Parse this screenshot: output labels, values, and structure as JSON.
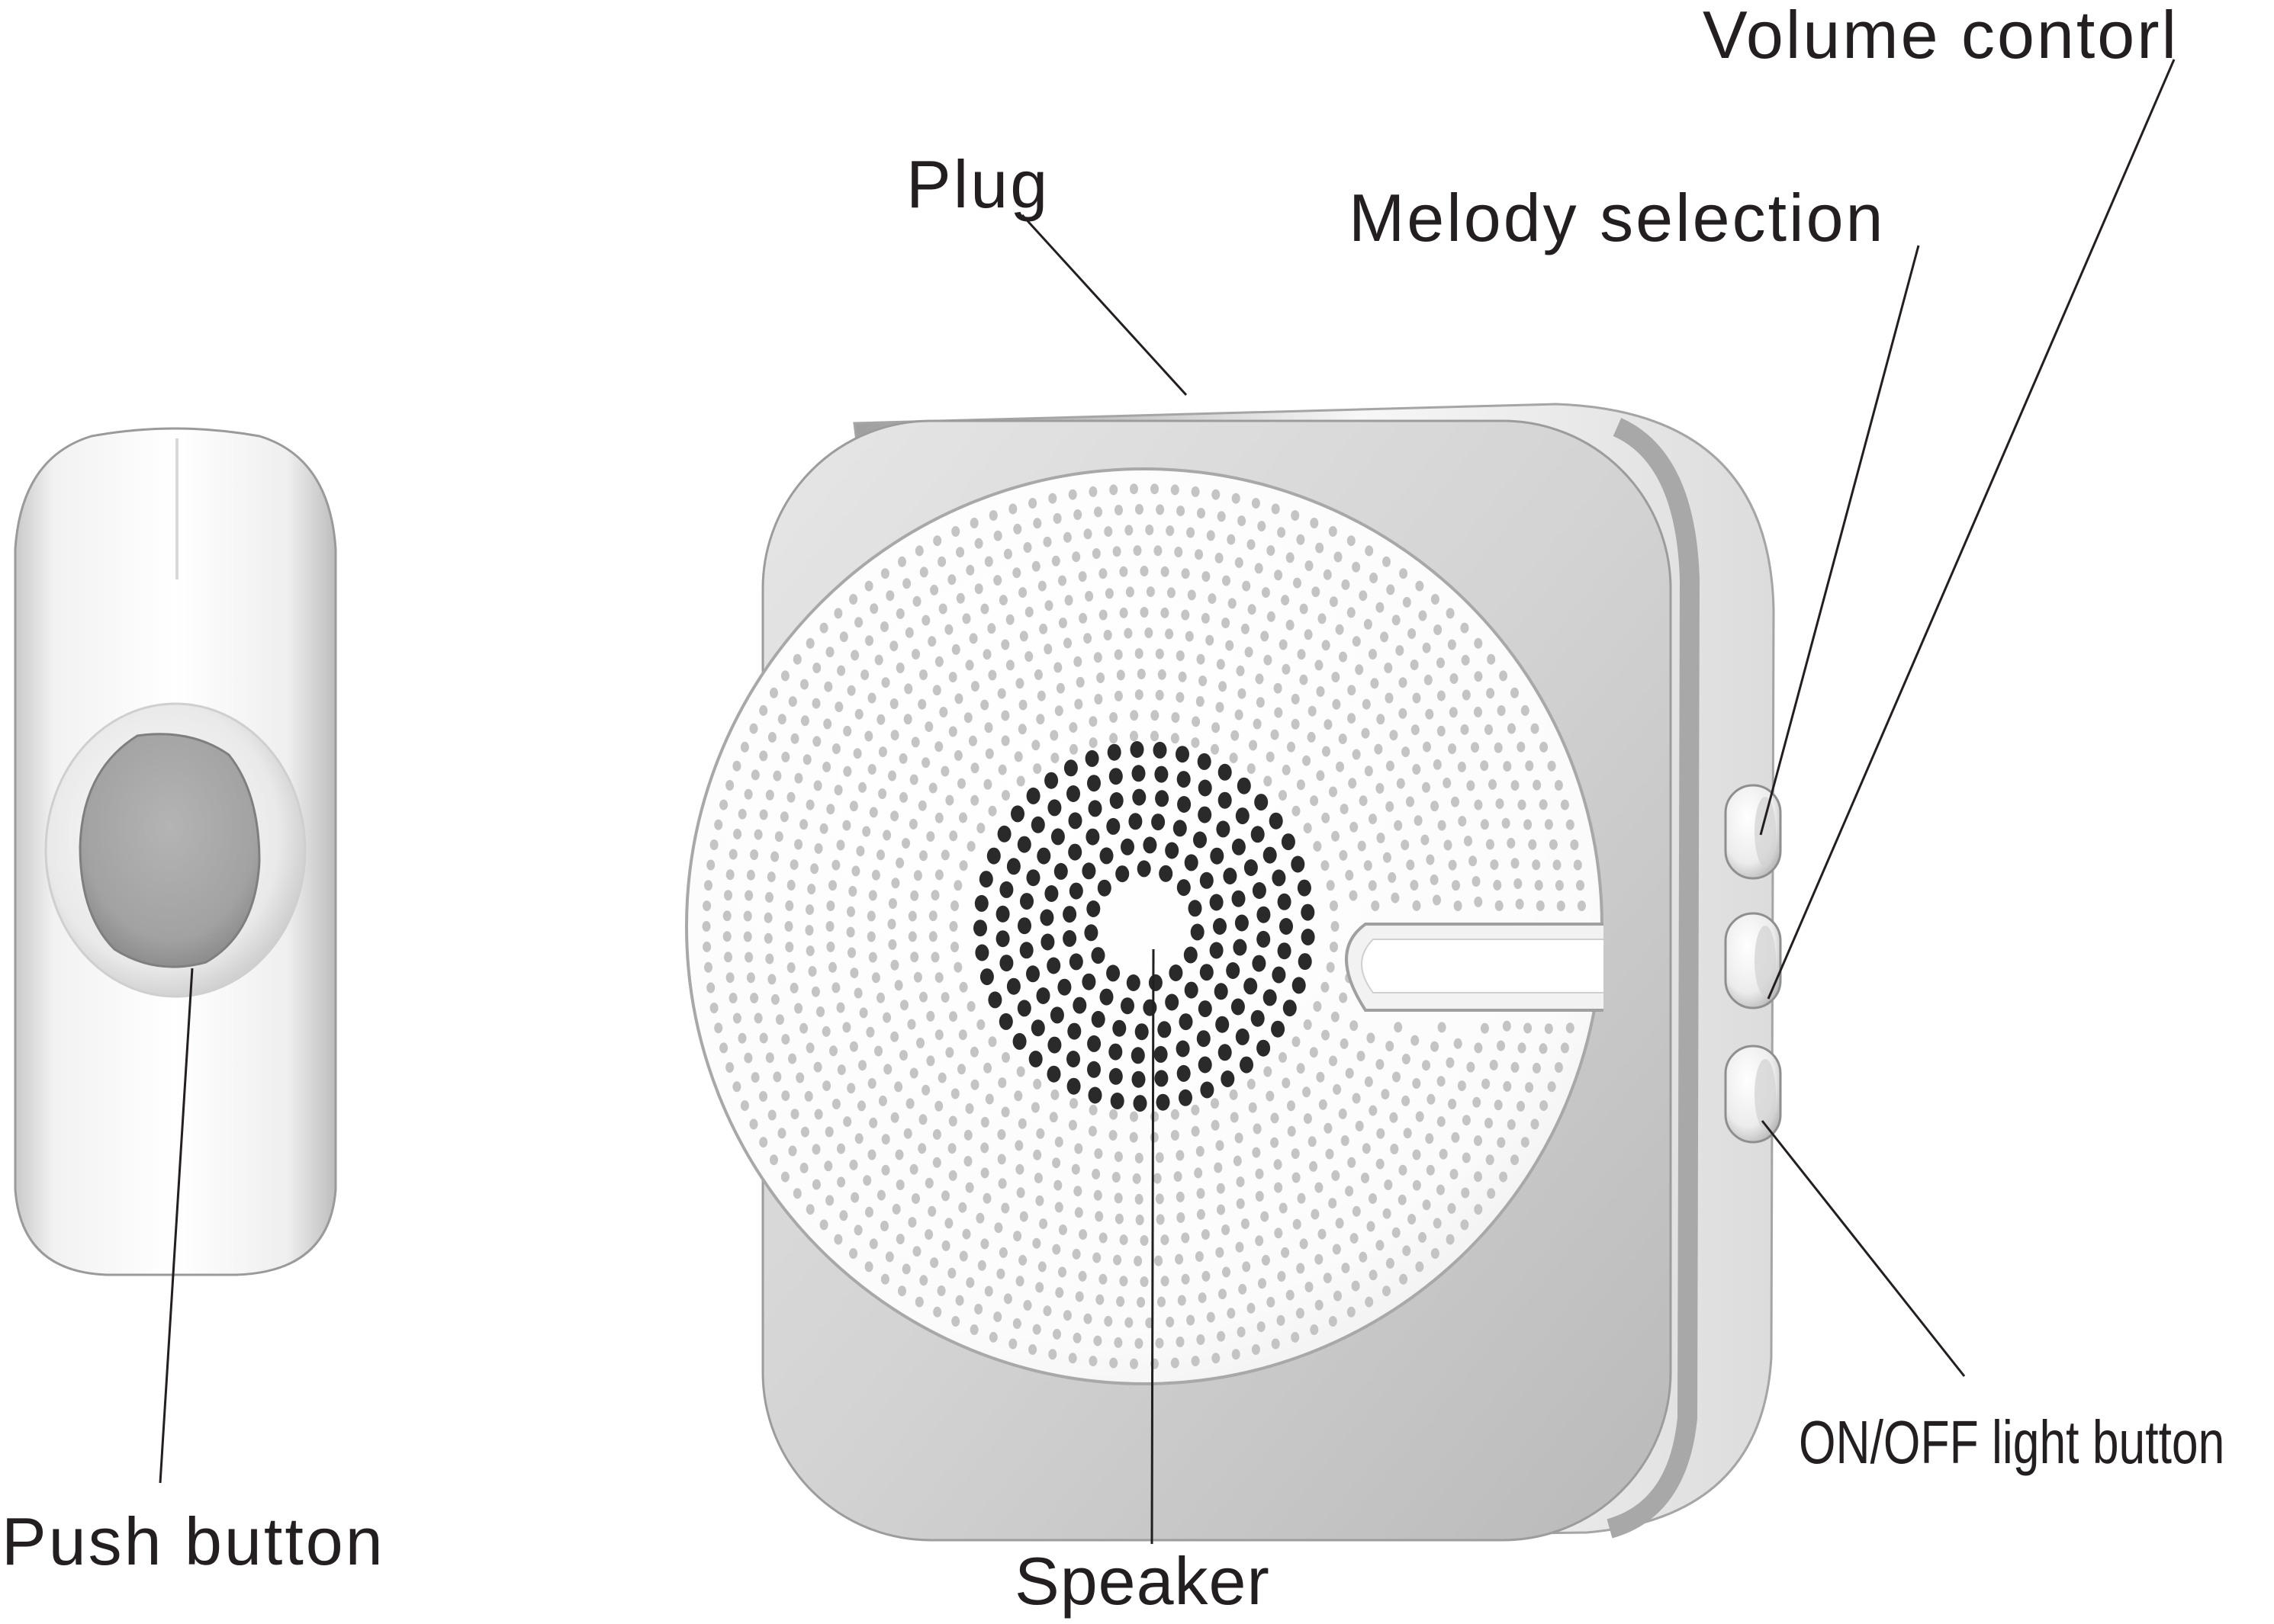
{
  "labels": {
    "volume_control": "Volume contorl",
    "plug": "Plug",
    "melody_selection": "Melody selection",
    "on_off_light_button": "ON/OFF light button",
    "push_button": "Push button",
    "speaker": "Speaker"
  },
  "colors": {
    "background": "#ffffff",
    "text": "#231f20",
    "leader_line": "#231f20",
    "body_white": "#fafafa",
    "body_silver": "#b8b8b8",
    "button_grey": "#a9a9a9",
    "speaker_hole_dark": "#2a2a2a",
    "grille_dot": "#c4c4c4"
  },
  "components": {
    "side_button_count": 3
  }
}
